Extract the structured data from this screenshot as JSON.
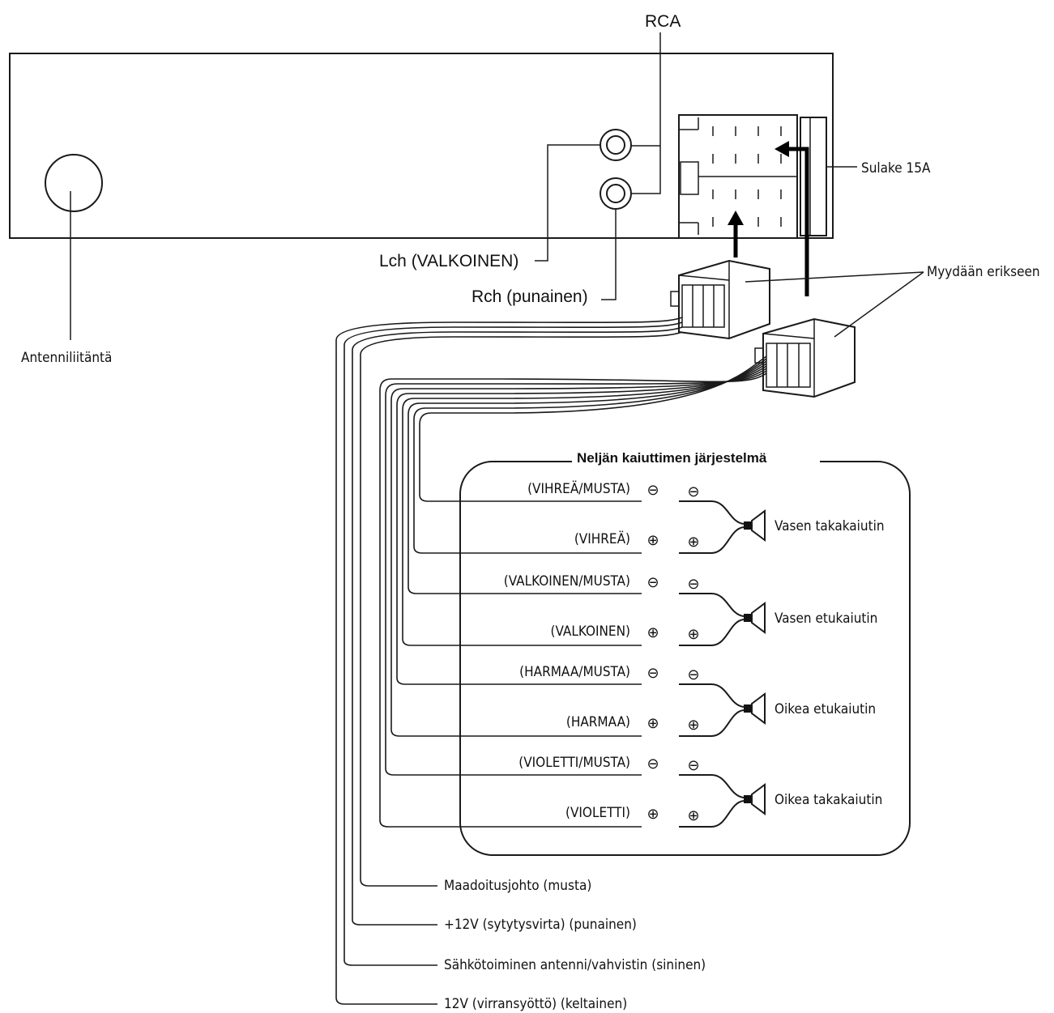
{
  "labels": {
    "rca": "RCA",
    "fuse": "Sulake 15A",
    "lch": "Lch (VALKOINEN)",
    "rch": "Rch (punainen)",
    "sold_separately": "Myydään erikseen",
    "antenna_jack": "Antenniliitäntä",
    "speaker_system_title": "Neljän kaiuttimen järjestelmä"
  },
  "speakers": [
    {
      "name": "Vasen takakaiutin",
      "neg_wire": "(VIHREÄ/MUSTA)",
      "pos_wire": "(VIHREÄ)"
    },
    {
      "name": "Vasen etukaiutin",
      "neg_wire": "(VALKOINEN/MUSTA)",
      "pos_wire": "(VALKOINEN)"
    },
    {
      "name": "Oikea etukaiutin",
      "neg_wire": "(HARMAA/MUSTA)",
      "pos_wire": "(HARMAA)"
    },
    {
      "name": "Oikea takakaiutin",
      "neg_wire": "(VIOLETTI/MUSTA)",
      "pos_wire": "(VIOLETTI)"
    }
  ],
  "power_wires": [
    "Maadoitusjohto (musta)",
    "+12V (sytytysvirta) (punainen)",
    "Sähkötoiminen antenni/vahvistin (sininen)",
    "12V (virransyöttö) (keltainen)"
  ],
  "symbols": {
    "minus": "⊖",
    "plus": "⊕"
  }
}
